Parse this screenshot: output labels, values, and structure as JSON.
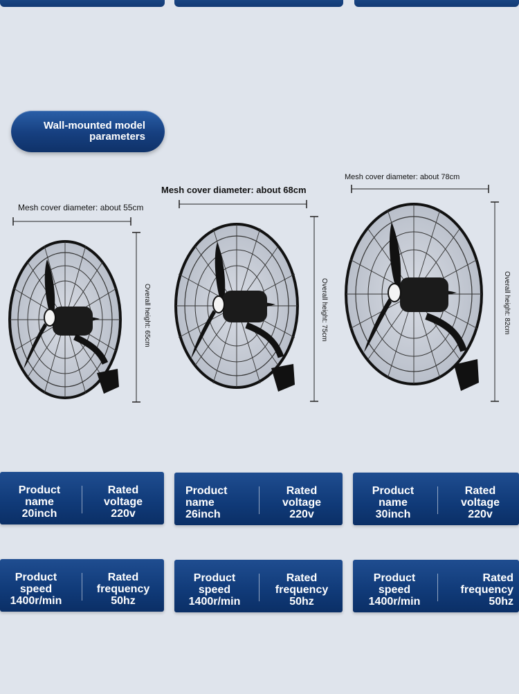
{
  "section_title_line1": "Wall-mounted model",
  "section_title_line2": "parameters",
  "fans": [
    {
      "diameter_label": "Mesh cover diameter: about 55cm",
      "height_label": "Overall height: 65cm",
      "specs": {
        "name_title_1": "Product",
        "name_title_2": "name",
        "name_value": "20inch",
        "voltage_title_1": "Rated",
        "voltage_title_2": "voltage",
        "voltage_value": "220v",
        "speed_title_1": "Product",
        "speed_title_2": "speed",
        "speed_value": "1400r/min",
        "freq_title_1": "Rated",
        "freq_title_2": "frequency",
        "freq_value": "50hz"
      }
    },
    {
      "diameter_label": "Mesh cover diameter: about 68cm",
      "height_label": "Overall height: 75cm",
      "specs": {
        "name_title_1": "Product",
        "name_title_2": "name",
        "name_value": "26inch",
        "voltage_title_1": "Rated",
        "voltage_title_2": "voltage",
        "voltage_value": "220v",
        "speed_title_1": "Product",
        "speed_title_2": "speed",
        "speed_value": "1400r/min",
        "freq_title_1": "Rated",
        "freq_title_2": "frequency",
        "freq_value": "50hz"
      }
    },
    {
      "diameter_label": "Mesh cover diameter: about 78cm",
      "height_label": "Overall height: 82cm",
      "specs": {
        "name_title_1": "Product",
        "name_title_2": "name",
        "name_value": "30inch",
        "voltage_title_1": "Rated",
        "voltage_title_2": "voltage",
        "voltage_value": "220v",
        "speed_title_1": "Product",
        "speed_title_2": "speed",
        "speed_value": "1400r/min",
        "freq_title_1": "Rated",
        "freq_title_2": "frequency",
        "freq_value": "50hz"
      }
    }
  ],
  "colors": {
    "card_blue": "#133d7b",
    "background": "#dfe4ec",
    "fan_metal": "#1a1a1a"
  },
  "icons": [
    "wall-fan-image"
  ]
}
